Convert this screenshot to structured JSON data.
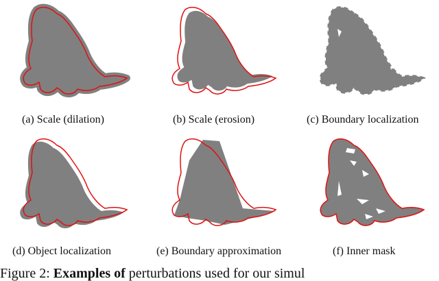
{
  "panels": [
    {
      "id": "a",
      "caption": "(a) Scale (dilation)"
    },
    {
      "id": "b",
      "caption": "(b) Scale (erosion)"
    },
    {
      "id": "c",
      "caption": "(c) Boundary localization"
    },
    {
      "id": "d",
      "caption": "(d) Object localization"
    },
    {
      "id": "e",
      "caption": "(e) Boundary approximation"
    },
    {
      "id": "f",
      "caption": "(f) Inner mask"
    }
  ],
  "figure_caption": {
    "prefix": "Figure 2:",
    "bold": "Examples of",
    "rest": "perturbations used for our simul"
  },
  "colors": {
    "mask_fill": "#808080",
    "outline": "#e01010",
    "hole": "#ffffff"
  }
}
